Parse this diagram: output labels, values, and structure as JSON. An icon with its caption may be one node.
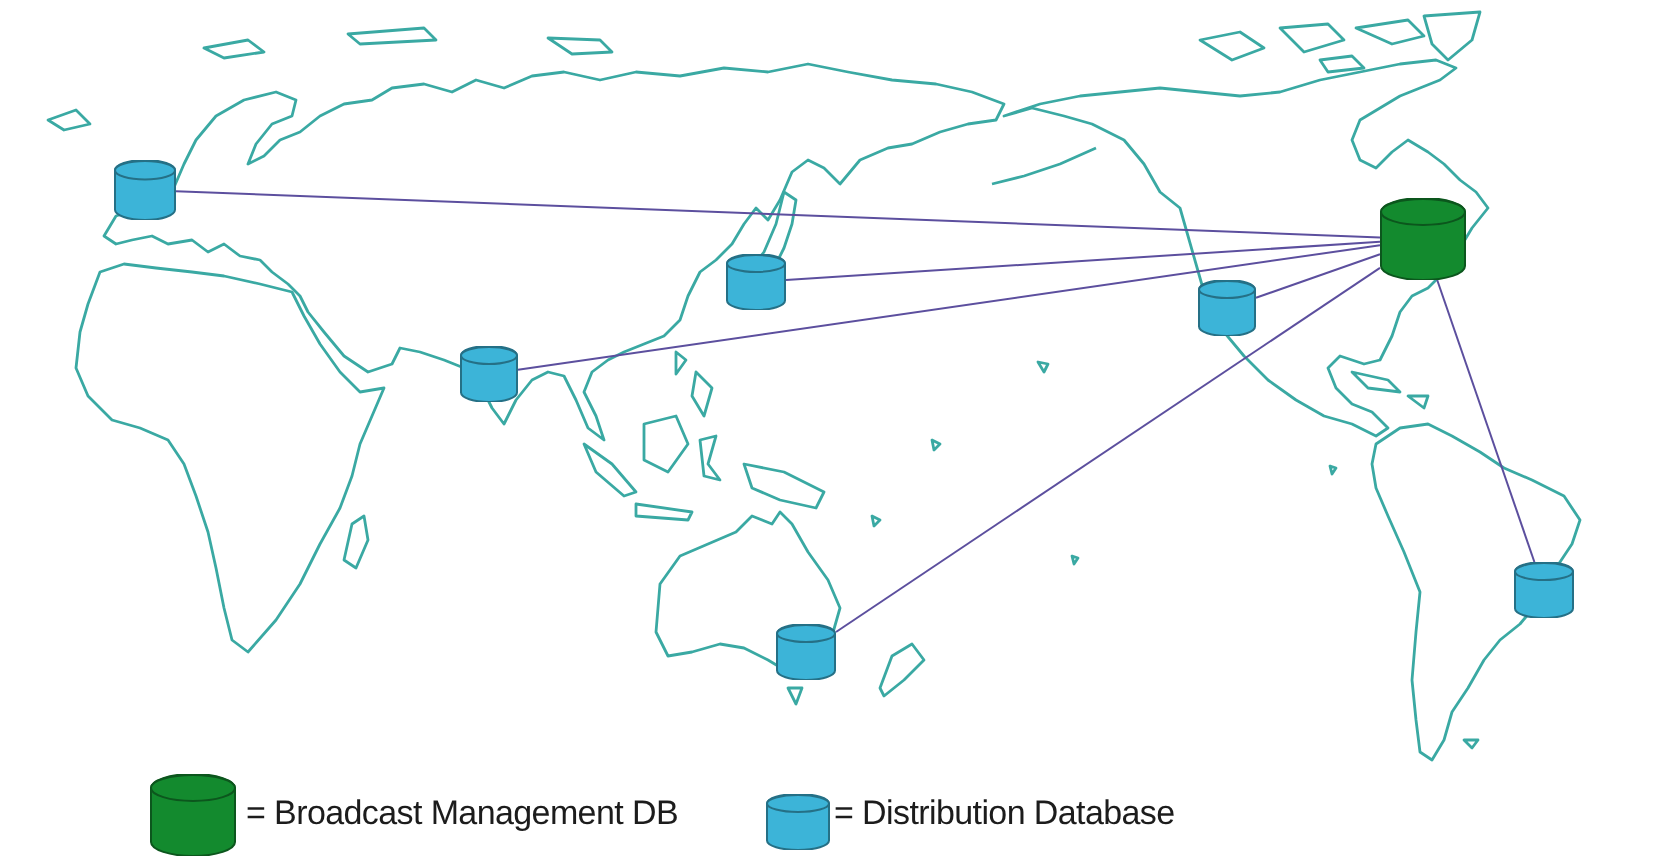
{
  "diagram": {
    "nodes": [
      {
        "text": [],
        "shape": "cylinder"
      },
      {
        "text": [],
        "shape": "cylinder"
      },
      {
        "text": [],
        "shape": "cylinder"
      },
      {
        "text": [],
        "shape": "cylinder"
      },
      {
        "text": [],
        "shape": "cylinder"
      },
      {
        "text": [],
        "shape": "cylinder"
      },
      {
        "text": [],
        "shape": "cylinder"
      }
    ],
    "edges": [
      {
        "from": 5,
        "to": 0,
        "arrow": "none"
      },
      {
        "from": 5,
        "to": 1,
        "arrow": "none"
      },
      {
        "from": 5,
        "to": 2,
        "arrow": "none"
      },
      {
        "from": 5,
        "to": 3,
        "arrow": "none"
      },
      {
        "from": 5,
        "to": 4,
        "arrow": "none"
      },
      {
        "from": 5,
        "to": 6,
        "arrow": "none"
      }
    ],
    "legend": [
      {
        "text": "= Broadcast Management DB",
        "color": "#138a2e"
      },
      {
        "text": "= Distribution Database",
        "color": "#3cb4d8"
      }
    ]
  }
}
